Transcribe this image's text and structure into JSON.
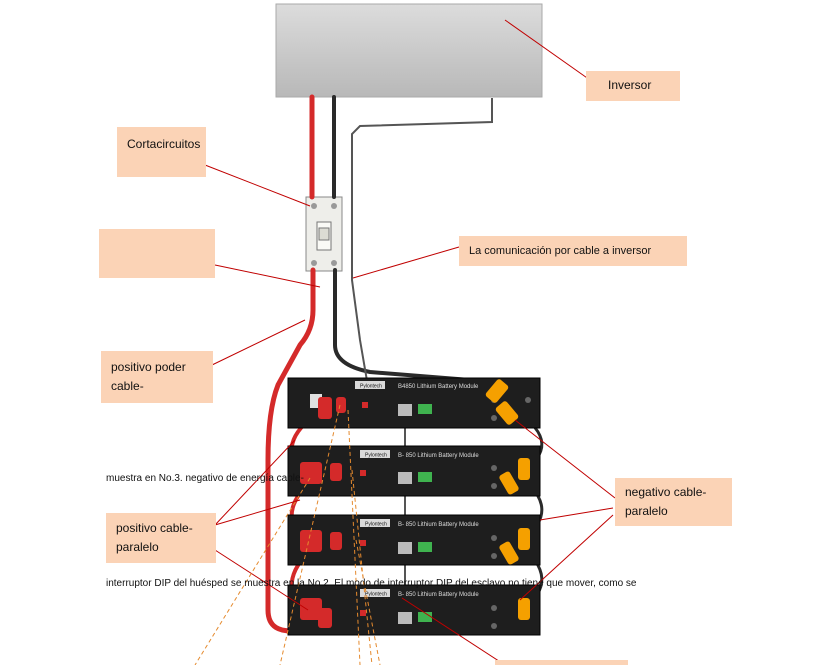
{
  "callouts": {
    "inversor": "Inversor",
    "cortacircuitos": "Cortacircuitos",
    "empty_box": "",
    "comunicacion": "La comunicación por cable a inversor",
    "positivo_poder_line1": "positivo poder",
    "positivo_poder_line2": "cable-",
    "positivo_paralelo_line1": "positivo cable-",
    "positivo_paralelo_line2": "paralelo",
    "negativo_paralelo_line1": "negativo cable-",
    "negativo_paralelo_line2": "paralelo"
  },
  "notes": {
    "no3": "muestra en No.3. negativo de energía cable-",
    "dip": "interruptor DIP del huésped se muestra en la No.2. El modo de interruptor DIP del esclavo no tiene que mover, como se"
  },
  "battery_modules": [
    {
      "brand": "Pylontech",
      "model": "B4850 Lithium Battery Module"
    },
    {
      "brand": "Pylontech",
      "model": "B- 850 Lithium Battery Module"
    },
    {
      "brand": "Pylontech",
      "model": "B- 850 Lithium Battery Module"
    },
    {
      "brand": "Pylontech",
      "model": "B- 850 Lithium Battery Module"
    }
  ],
  "colors": {
    "callout_bg": "#fbd3b6",
    "pointer_line": "#c00000",
    "dashed_pointer": "#e58a2e",
    "positive_cable": "#d42a2a",
    "negative_cable": "#2a2a2a",
    "terminal_orange": "#f5a000",
    "inverter_grey": "#c9c9c9"
  }
}
